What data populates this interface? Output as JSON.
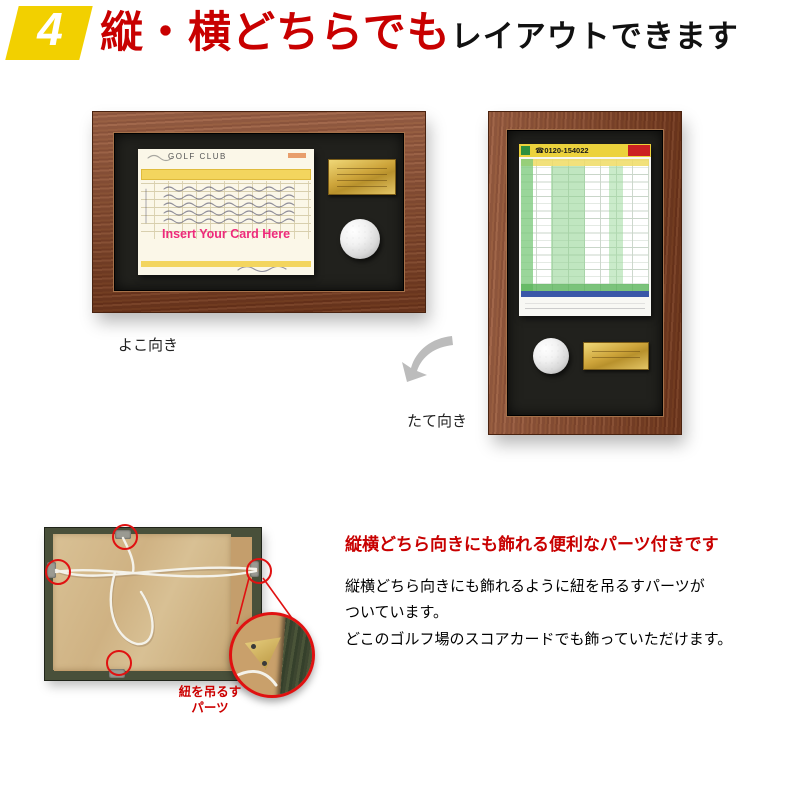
{
  "header": {
    "badge_number": "4",
    "title_red": "縦・横どちらでも",
    "title_black": "レイアウトできます"
  },
  "landscape": {
    "caption": "よこ向き",
    "card_brand": "GOLF CLUB",
    "card_message": "Insert Your Card Here"
  },
  "portrait": {
    "caption": "たて向き",
    "card_phone": "☎0120-154022"
  },
  "parts": {
    "callout_line1": "紐を吊るす",
    "callout_line2": "パーツ",
    "heading": "縦横どちら向きにも飾れる便利なパーツ付きです",
    "body_lines": [
      "縦横どちら向きにも飾れるように紐を吊るすパーツが",
      "ついています。",
      "どこのゴルフ場のスコアカードでも飾っていただけます。"
    ]
  },
  "colors": {
    "badge_yellow": "#f2d000",
    "accent_red": "#c80000",
    "wood_brown": "#7c3e20",
    "brass_gold": "#d4af37",
    "highlight_red": "#e01111"
  }
}
